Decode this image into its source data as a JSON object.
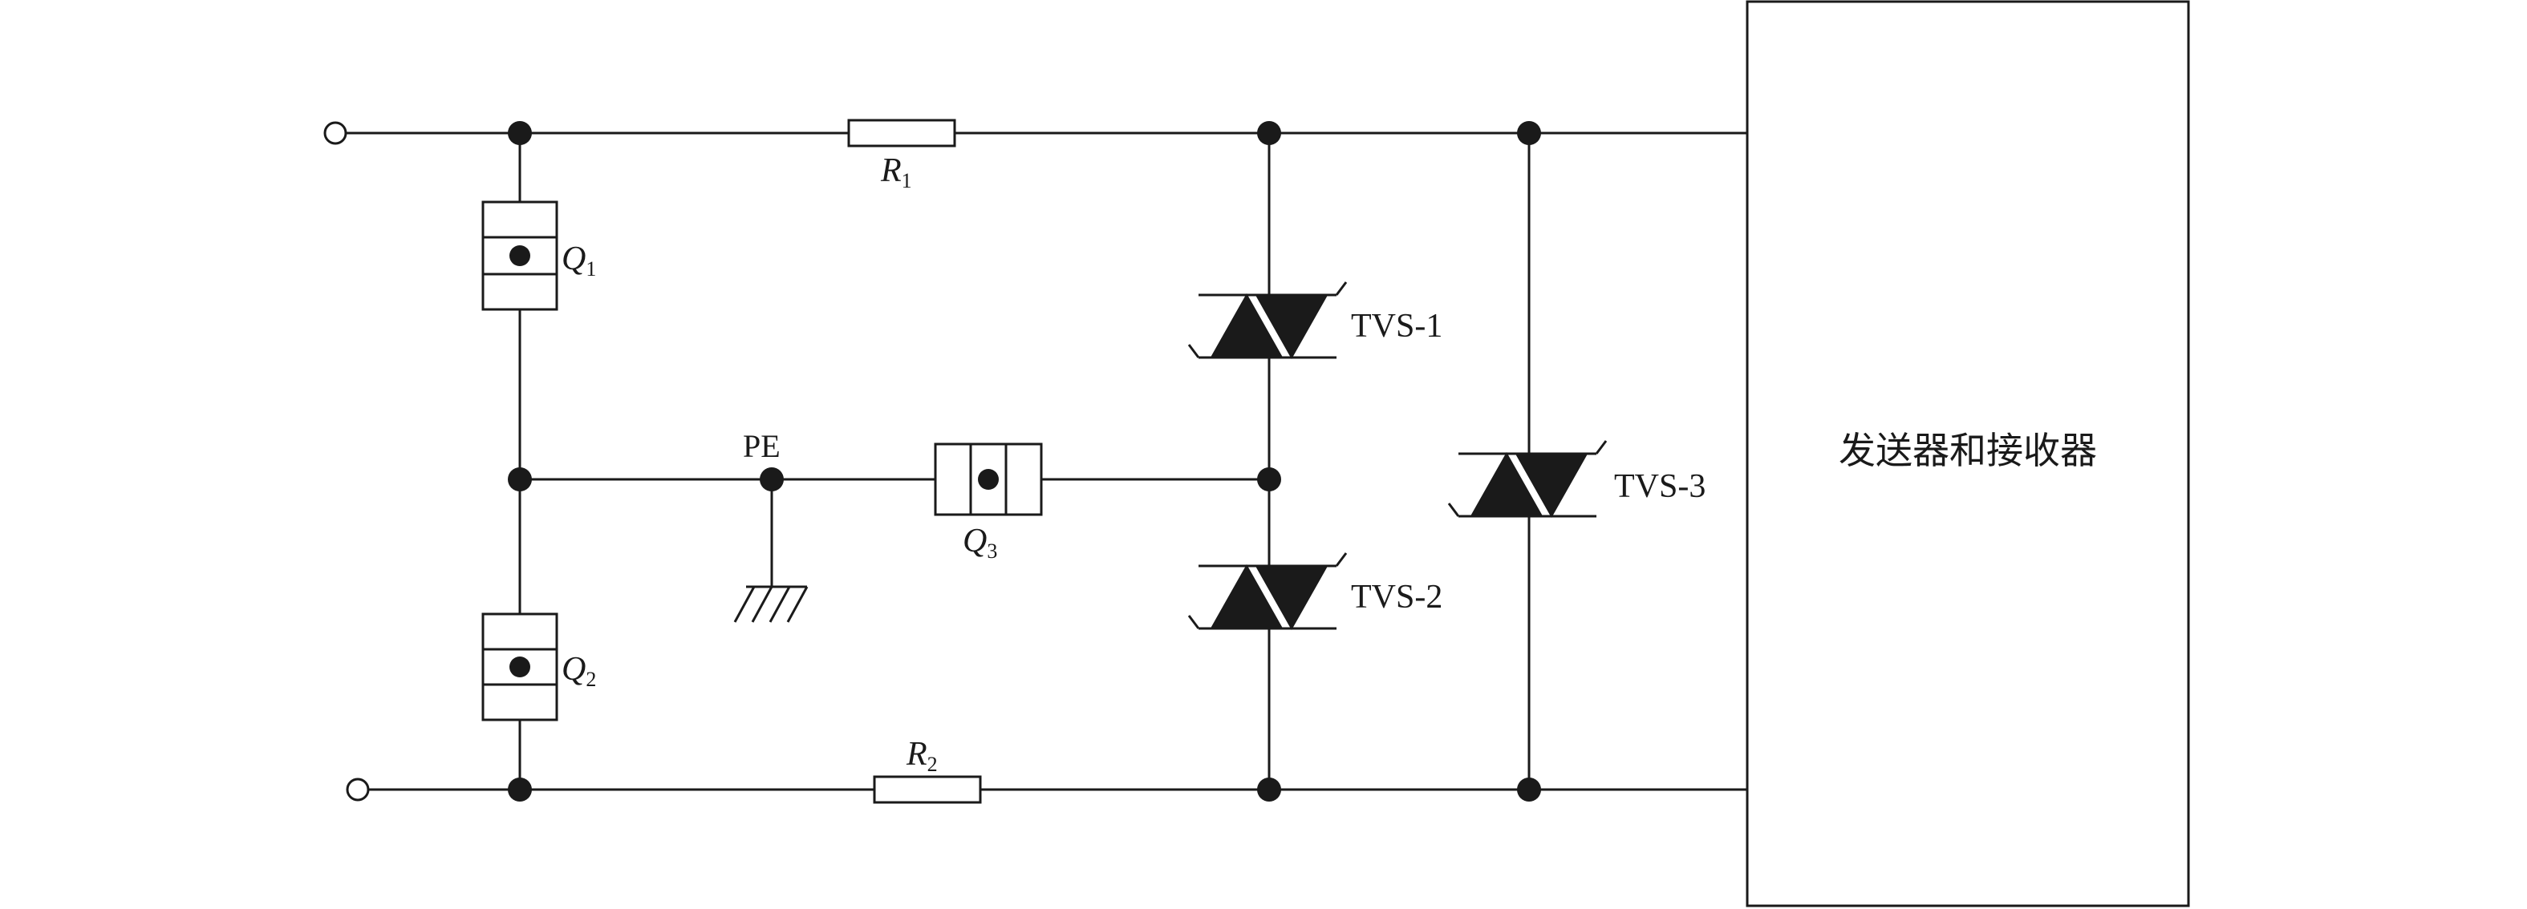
{
  "labels": {
    "r1": {
      "letter": "R",
      "sub": "1"
    },
    "r2": {
      "letter": "R",
      "sub": "2"
    },
    "q1": {
      "letter": "Q",
      "sub": "1"
    },
    "q2": {
      "letter": "Q",
      "sub": "2"
    },
    "q3": {
      "letter": "Q",
      "sub": "3"
    },
    "pe": "PE",
    "tvs1": "TVS-1",
    "tvs2": "TVS-2",
    "tvs3": "TVS-3"
  },
  "block": {
    "label": "发送器和接收器"
  }
}
